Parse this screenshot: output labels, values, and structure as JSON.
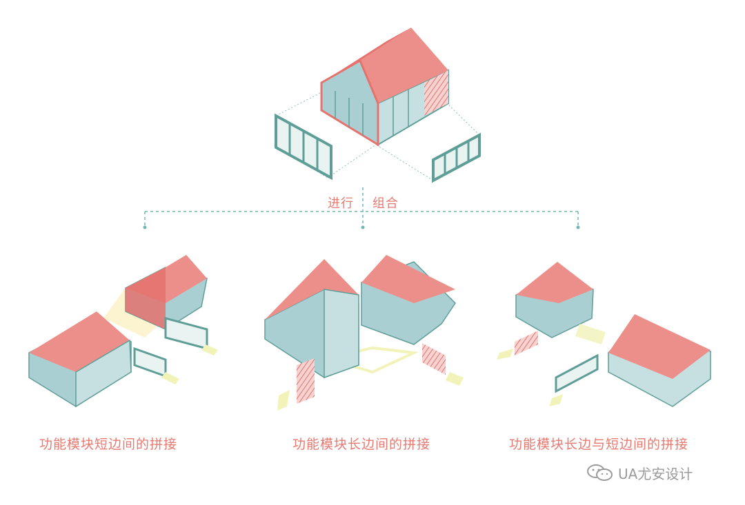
{
  "top_label_left": "进行",
  "top_label_right": "组合",
  "variants": [
    {
      "caption": "功能模块短边间的拼接"
    },
    {
      "caption": "功能模块长边间的拼接"
    },
    {
      "caption": "功能模块长边与短边间的拼接"
    }
  ],
  "watermark": {
    "text": "UA尤安设计",
    "icon": "wechat-icon"
  },
  "colors": {
    "roof": "#ec8f8a",
    "roof_dark": "#e5726d",
    "glass": "#a9cfd3",
    "frame": "#5f9e97",
    "accent_text": "#e87970",
    "dash": "#74b7b2",
    "arrow": "#f1f3b8"
  }
}
